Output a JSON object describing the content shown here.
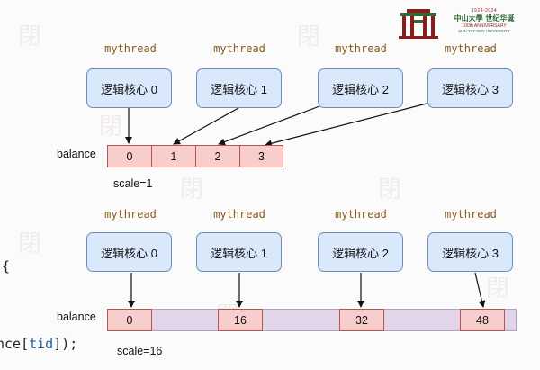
{
  "logo": {
    "years": "1924-2024",
    "name": "中山大學 世纪华诞",
    "anniversary": "100th ANNIVERSARY",
    "university": "SUN YAT-SEN UNIVERSITY"
  },
  "diagram_top": {
    "thread_labels": [
      "mythread",
      "mythread",
      "mythread",
      "mythread"
    ],
    "cores": [
      "逻辑核心 0",
      "逻辑核心 1",
      "逻辑核心 2",
      "逻辑核心 3"
    ],
    "balance_label": "balance",
    "cells": [
      "0",
      "1",
      "2",
      "3"
    ],
    "scale": "scale=1"
  },
  "diagram_bottom": {
    "thread_labels": [
      "mythread",
      "mythread",
      "mythread",
      "mythread"
    ],
    "cores": [
      "逻辑核心 0",
      "逻辑核心 1",
      "逻辑核心 2",
      "逻辑核心 3"
    ],
    "balance_label": "balance",
    "cells": [
      "0",
      "16",
      "32",
      "48"
    ],
    "scale": "scale=16"
  },
  "code_fragment": {
    "line1": "{",
    "line2_prefix": "nce[",
    "line2_var": "tid",
    "line2_suffix": "]);"
  },
  "colors": {
    "core_fill": "#dae8fc",
    "core_border": "#6c8ebf",
    "cell_fill": "#f8cecc",
    "cell_border": "#b85450",
    "padding_fill": "#e1d5e7",
    "thread_label": "#8a5a1a"
  }
}
